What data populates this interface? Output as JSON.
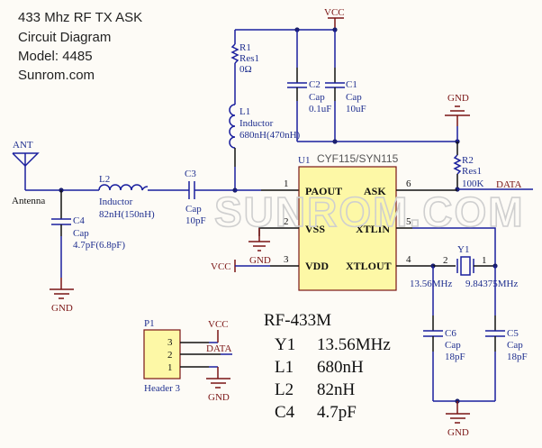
{
  "title_block": {
    "line1": "433 Mhz RF TX ASK",
    "line2": "Circuit Diagram",
    "line3": "Model: 4485",
    "line4": "Sunrom.com"
  },
  "watermark": "SUNROM.COM",
  "power": {
    "vcc": "VCC",
    "gnd": "GND"
  },
  "antenna": {
    "ref": "ANT",
    "name": "Antenna"
  },
  "components": {
    "R1": {
      "ref": "R1",
      "type": "Res1",
      "value": "0Ω"
    },
    "L1": {
      "ref": "L1",
      "type": "Inductor",
      "value": "680nH(470nH)"
    },
    "C2": {
      "ref": "C2",
      "type": "Cap",
      "value": "0.1uF"
    },
    "C1": {
      "ref": "C1",
      "type": "Cap",
      "value": "10uF"
    },
    "R2": {
      "ref": "R2",
      "type": "Res1",
      "value": "100K"
    },
    "L2": {
      "ref": "L2",
      "type": "Inductor",
      "value": "82nH(150nH)"
    },
    "C3": {
      "ref": "C3",
      "type": "Cap",
      "value": "10pF"
    },
    "C4": {
      "ref": "C4",
      "type": "Cap",
      "value": "4.7pF(6.8pF)"
    },
    "C5": {
      "ref": "C5",
      "type": "Cap",
      "value": "18pF"
    },
    "C6": {
      "ref": "C6",
      "type": "Cap",
      "value": "18pF"
    },
    "Y1": {
      "ref": "Y1",
      "freq_a": "13.56MHz",
      "freq_b": "9.84375MHz",
      "pin_left": "2",
      "pin_right": "1"
    },
    "U1": {
      "ref": "U1",
      "part": "CYF115/SYN115",
      "pins": [
        {
          "num": "1",
          "name": "PAOUT"
        },
        {
          "num": "2",
          "name": "VSS"
        },
        {
          "num": "3",
          "name": "VDD"
        },
        {
          "num": "6",
          "name": "ASK"
        },
        {
          "num": "5",
          "name": "XTLIN"
        },
        {
          "num": "4",
          "name": "XTLOUT"
        }
      ]
    },
    "P1": {
      "ref": "P1",
      "type": "Header 3",
      "pins": [
        "3",
        "2",
        "1"
      ]
    }
  },
  "net_labels": {
    "data": "DATA"
  },
  "variant_table": {
    "title": "RF-433M",
    "rows": [
      {
        "ref": "Y1",
        "value": "13.56MHz"
      },
      {
        "ref": "L1",
        "value": "680nH"
      },
      {
        "ref": "L2",
        "value": "82nH"
      },
      {
        "ref": "C4",
        "value": "4.7pF"
      }
    ]
  }
}
